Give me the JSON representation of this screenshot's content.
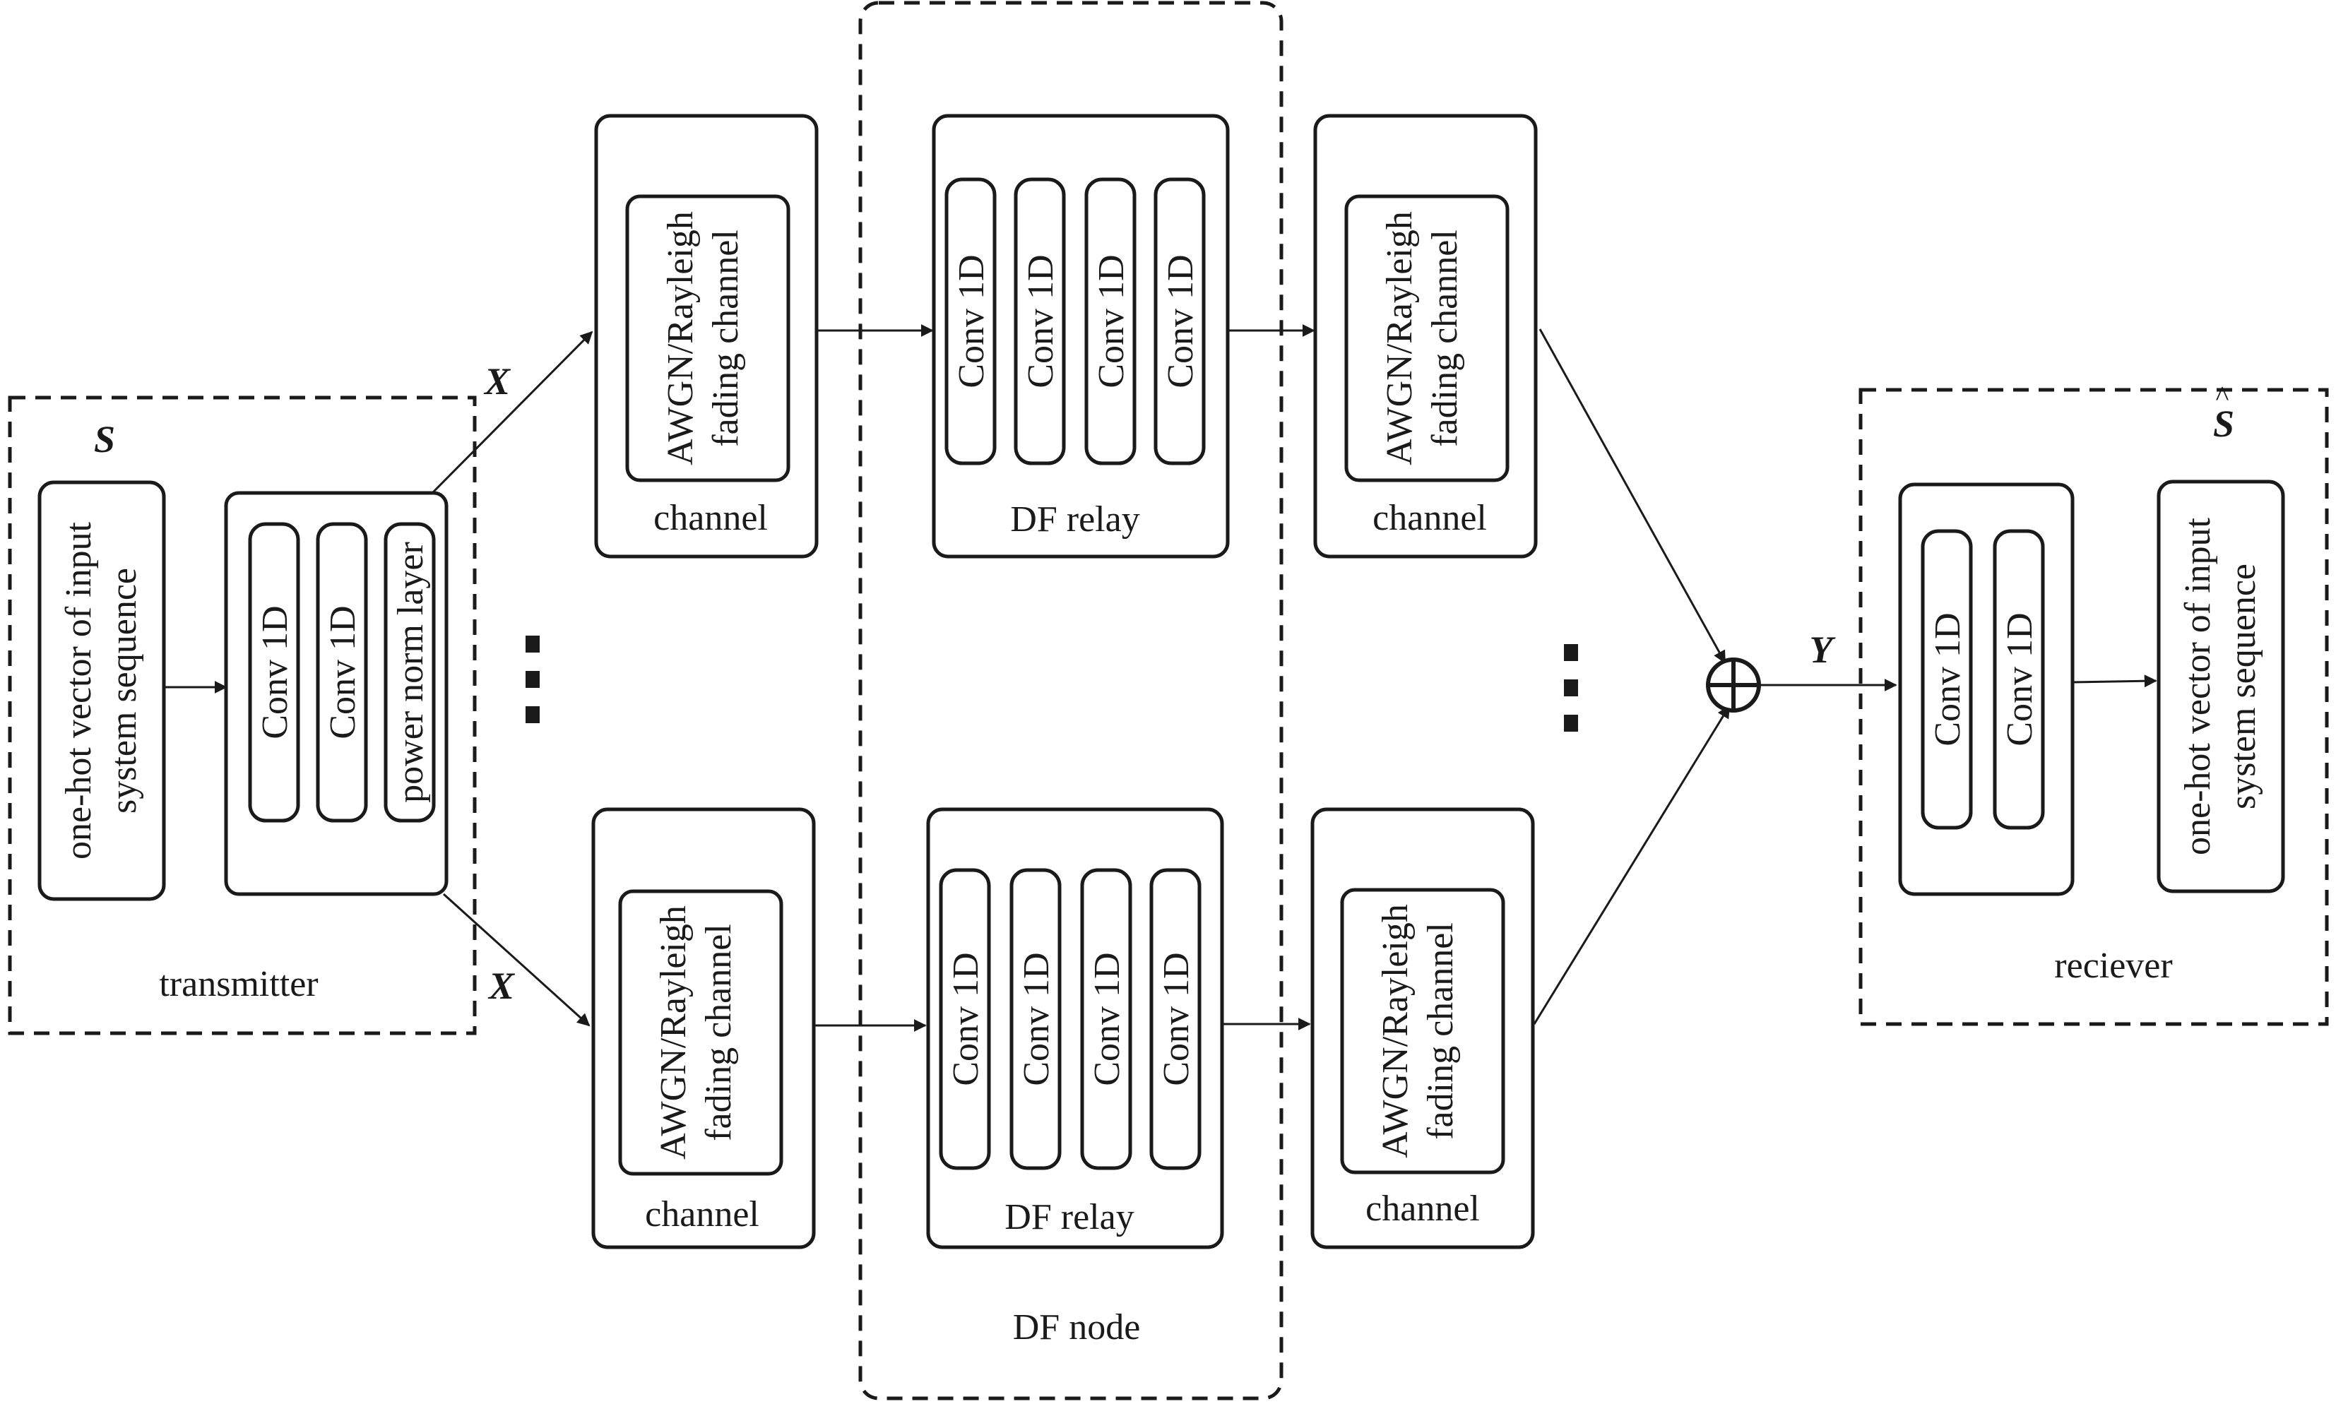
{
  "transmitter": {
    "label": "transmitter",
    "input_symbol": "S",
    "input_line1": "one-hot vector of input",
    "input_line2": "system sequence",
    "layer1": "Conv 1D",
    "layer2": "Conv 1D",
    "layer3": "power norm layer"
  },
  "edges": {
    "x_upper": "X",
    "x_lower": "X",
    "y": "Y"
  },
  "upper_path": {
    "channel1": {
      "line1": "AWGN/Rayleigh",
      "line2": "fading channel",
      "label": "channel"
    },
    "relay": {
      "layers": [
        "Conv 1D",
        "Conv 1D",
        "Conv 1D",
        "Conv 1D"
      ],
      "label": "DF relay"
    },
    "channel2": {
      "line1": "AWGN/Rayleigh",
      "line2": "fading channel",
      "label": "channel"
    }
  },
  "lower_path": {
    "channel1": {
      "line1": "AWGN/Rayleigh",
      "line2": "fading channel",
      "label": "channel"
    },
    "relay": {
      "layers": [
        "Conv 1D",
        "Conv 1D",
        "Conv 1D",
        "Conv 1D"
      ],
      "label": "DF relay"
    },
    "channel2": {
      "line1": "AWGN/Rayleigh",
      "line2": "fading channel",
      "label": "channel"
    }
  },
  "df_node": {
    "label": "DF node"
  },
  "receiver": {
    "label": "reciever",
    "output_symbol": "S",
    "output_hat": "^",
    "layer1": "Conv 1D",
    "layer2": "Conv 1D",
    "output_line1": "one-hot vector of input",
    "output_line2": "system sequence"
  }
}
